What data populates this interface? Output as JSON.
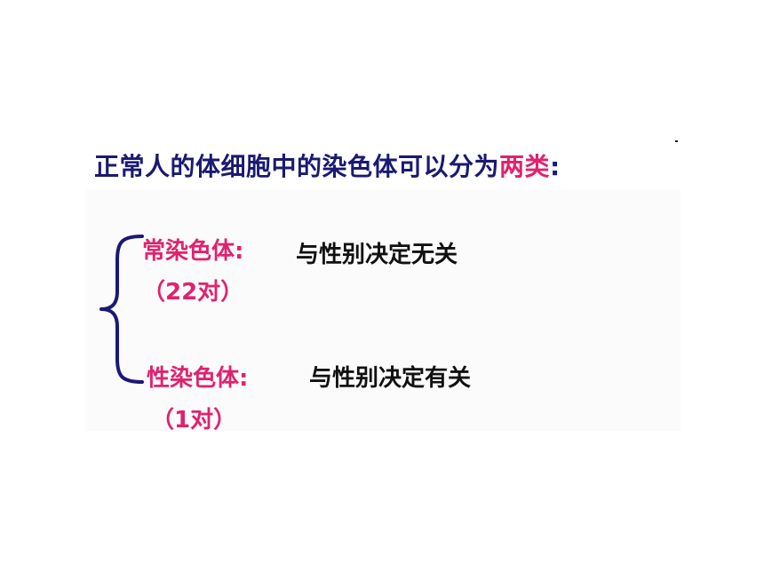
{
  "heading": {
    "prefix": "正常人的体细胞中的染色体可以分为",
    "highlight": "两类",
    "suffix": ":"
  },
  "categories": [
    {
      "label": "常染色体:",
      "count": "（22对）",
      "description": "与性别决定无关"
    },
    {
      "label": "性染色体:",
      "count": "（1对）",
      "description": "与性别决定有关"
    }
  ],
  "colors": {
    "heading": "#1a1a72",
    "highlight": "#e0226e",
    "label": "#e0226e",
    "description": "#111111",
    "brace": "#1a1a72"
  }
}
